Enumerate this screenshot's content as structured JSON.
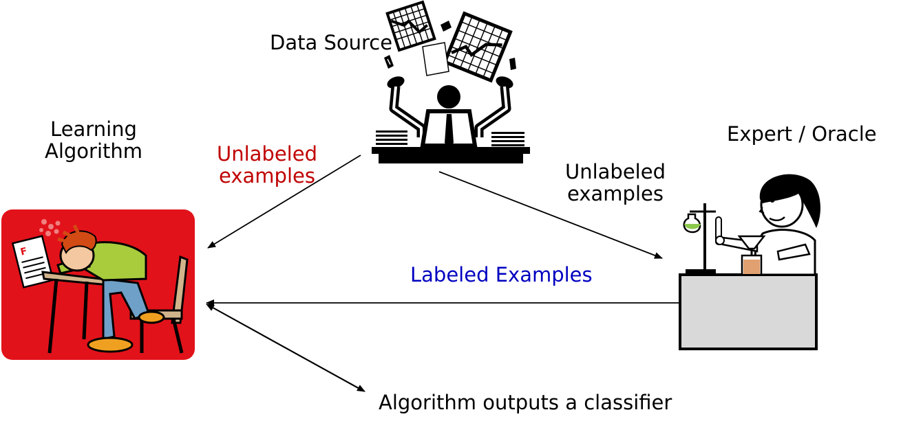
{
  "labels": {
    "data_source": "Data Source",
    "learning_algorithm_line1": "Learning",
    "learning_algorithm_line2": "Algorithm",
    "expert_oracle": "Expert / Oracle",
    "unlabeled_left_line1": "Unlabeled",
    "unlabeled_left_line2": "examples",
    "unlabeled_right_line1": "Unlabeled",
    "unlabeled_right_line2": "examples",
    "labeled_examples": "Labeled Examples",
    "classifier_output": "Algorithm outputs a classifier"
  },
  "colors": {
    "unlabeled_left": "#c00000",
    "labeled_examples": "#0000c0",
    "learner_panel": "#e2121a",
    "text": "#000000"
  },
  "icons": {
    "data_source": "person-juggling-charts-icon",
    "learner": "student-asleep-at-desk-icon",
    "expert": "scientist-with-lab-equipment-icon"
  }
}
